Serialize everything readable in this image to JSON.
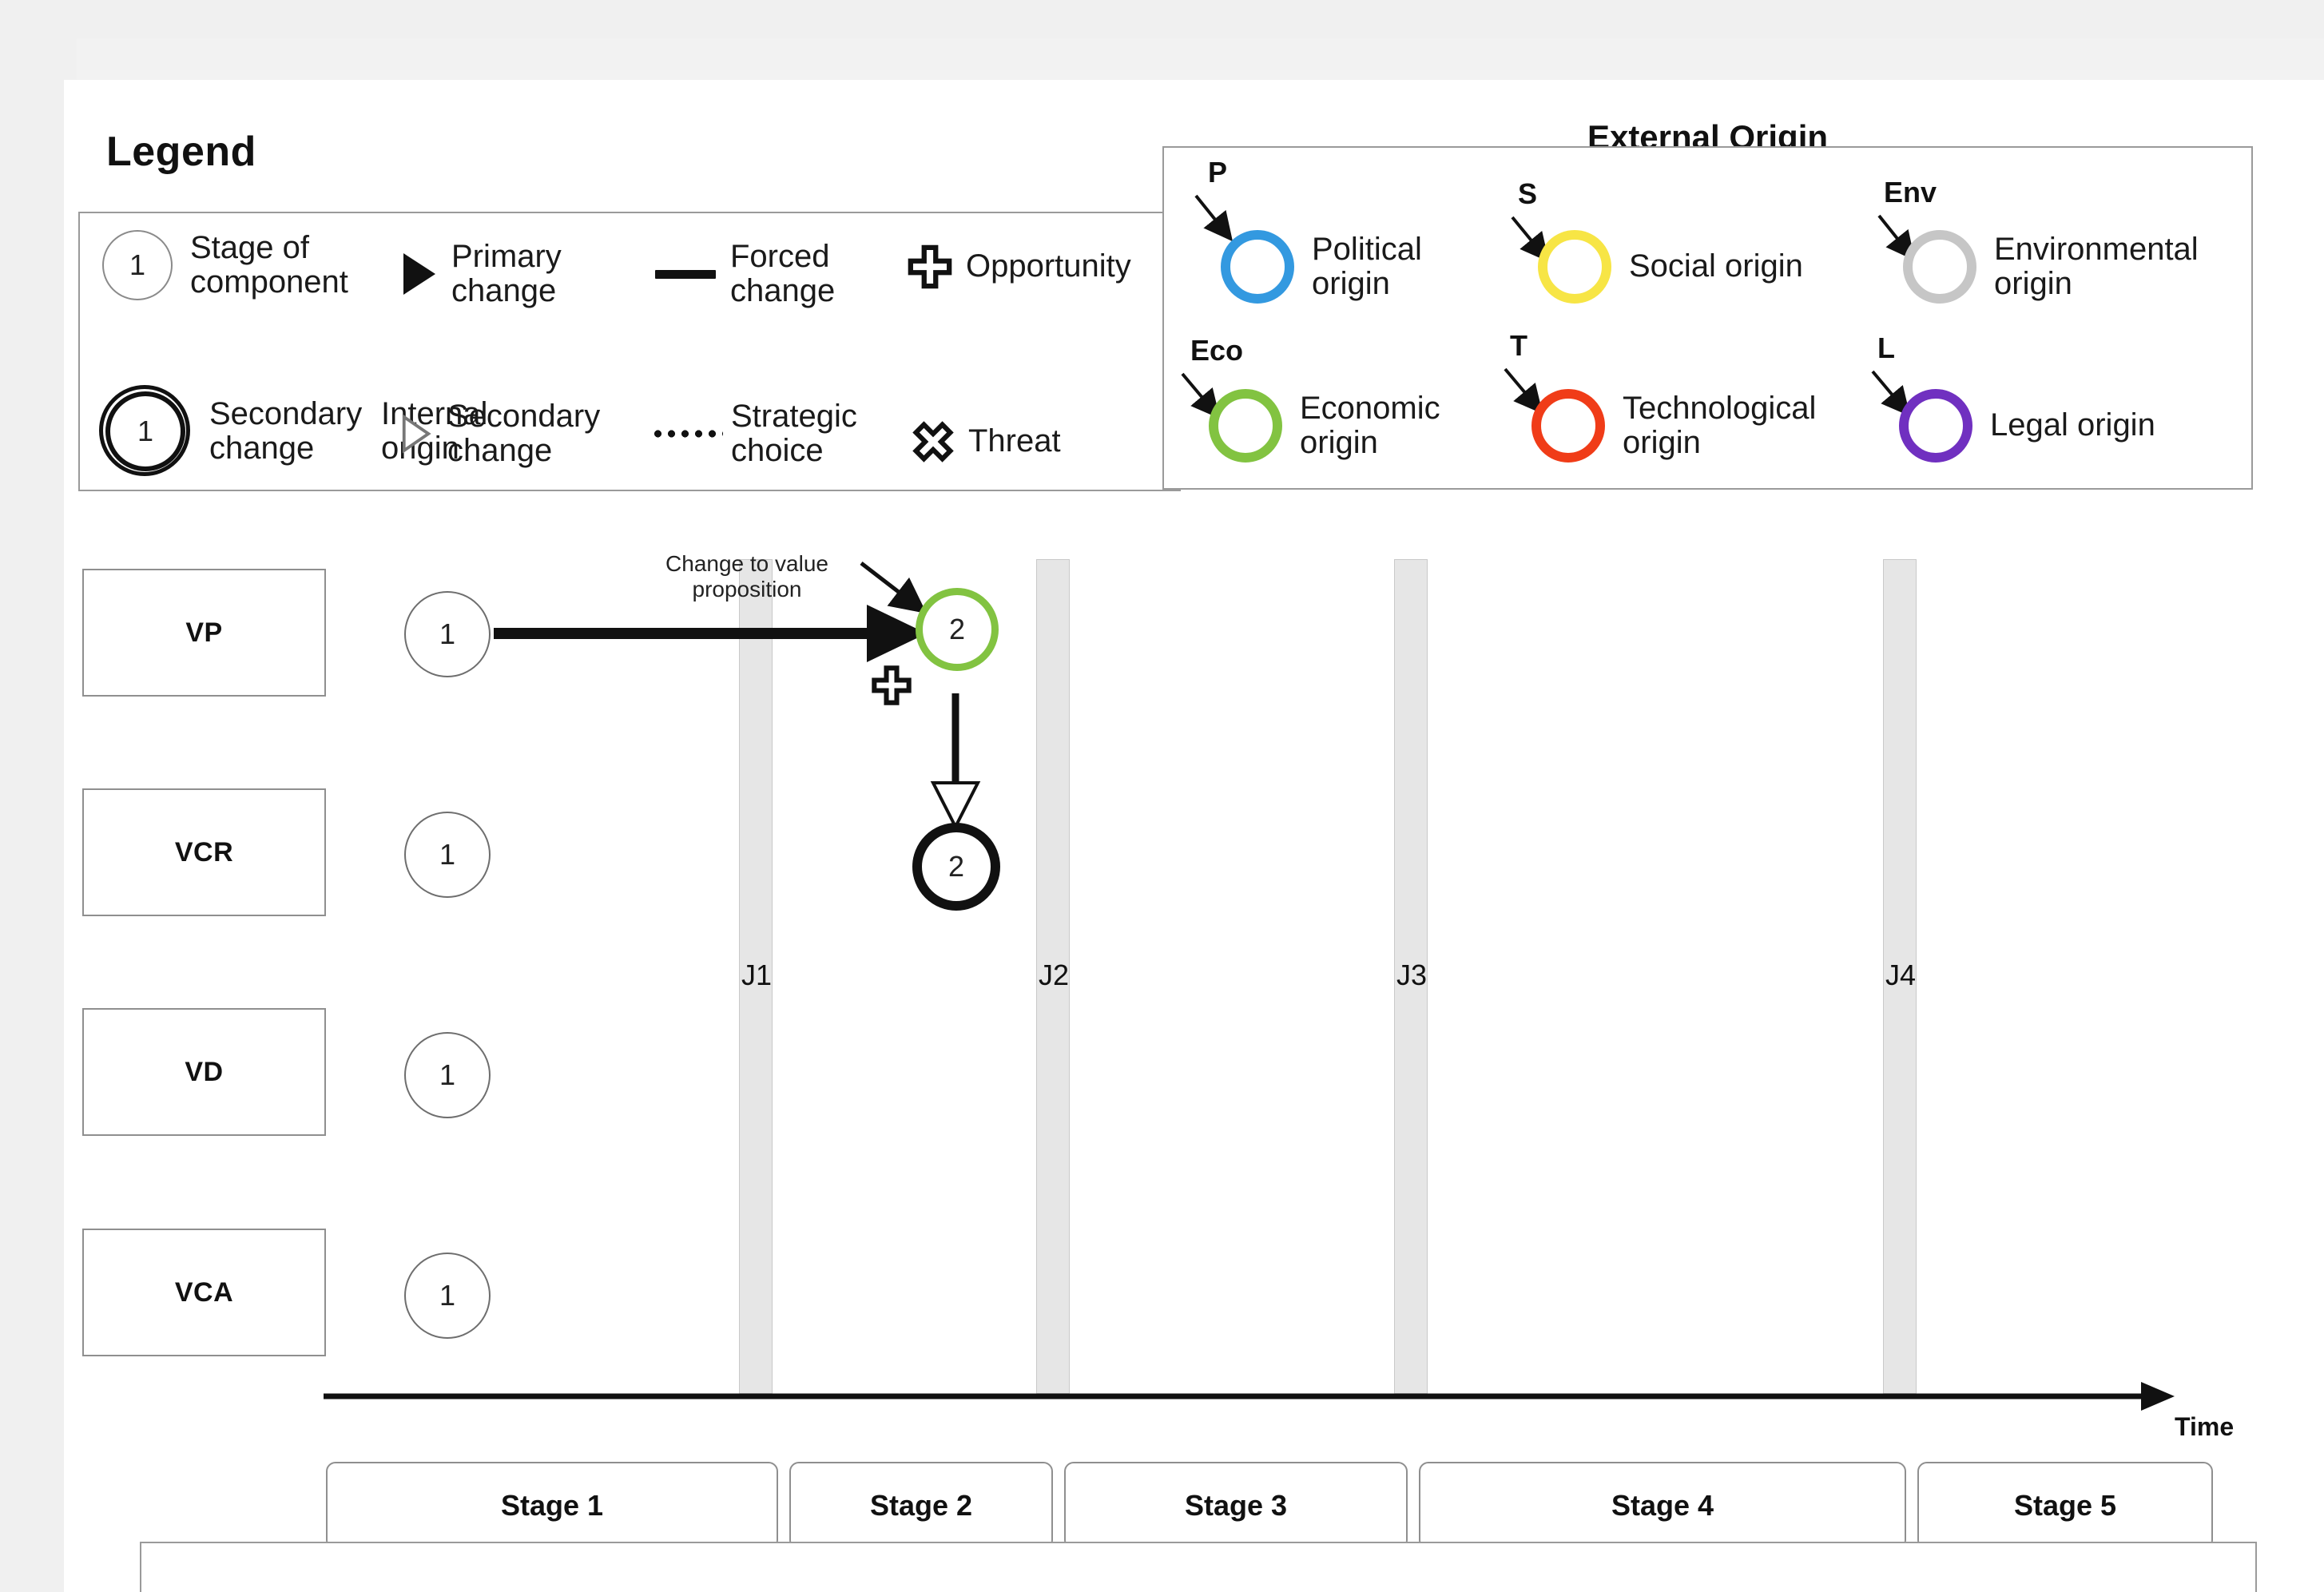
{
  "legend": {
    "title": "Legend",
    "items": [
      {
        "icon": "thin-circle-node-icon",
        "value": "1",
        "label": "Stage of component"
      },
      {
        "icon": "solid-triangle-icon",
        "value": "",
        "label": "Primary change"
      },
      {
        "icon": "solid-line-icon",
        "value": "",
        "label": "Forced change"
      },
      {
        "icon": "opportunity-cross-icon",
        "value": "",
        "label": "Opportunity"
      },
      {
        "icon": "double-circle-node-icon",
        "value": "1",
        "label": "Internal origin"
      },
      {
        "icon": "hollow-triangle-icon",
        "value": "",
        "label": "Secondary change"
      },
      {
        "icon": "dotted-line-icon",
        "value": "",
        "label": "Strategic choice"
      },
      {
        "icon": "threat-star-icon",
        "value": "",
        "label": "Threat"
      }
    ]
  },
  "external_origin": {
    "title": "External Origin",
    "items": [
      {
        "tag": "P",
        "label": "Political origin",
        "color": "#3399e0"
      },
      {
        "tag": "S",
        "label": "Social origin",
        "color": "#f7e545"
      },
      {
        "tag": "Env",
        "label": "Environmental origin",
        "color": "#c6c6c6"
      },
      {
        "tag": "Eco",
        "label": "Economic origin",
        "color": "#82c341"
      },
      {
        "tag": "T",
        "label": "Technological origin",
        "color": "#f03c18"
      },
      {
        "tag": "L",
        "label": "Legal origin",
        "color": "#7030c0"
      }
    ]
  },
  "diagram": {
    "rows": [
      {
        "label": "VP"
      },
      {
        "label": "VCR"
      },
      {
        "label": "VD"
      },
      {
        "label": "VCA"
      }
    ],
    "nodes": {
      "vp_start": "1",
      "vp_changed": "2",
      "vcr_start": "1",
      "vcr_changed": "2",
      "vd_start": "1",
      "vca_start": "1"
    },
    "annotation": "Change to value proposition",
    "junctions": [
      "J1",
      "J2",
      "J3",
      "J4"
    ],
    "time_axis_label": "Time",
    "stages": [
      "Stage 1",
      "Stage 2",
      "Stage 3",
      "Stage 4",
      "Stage 5"
    ]
  }
}
